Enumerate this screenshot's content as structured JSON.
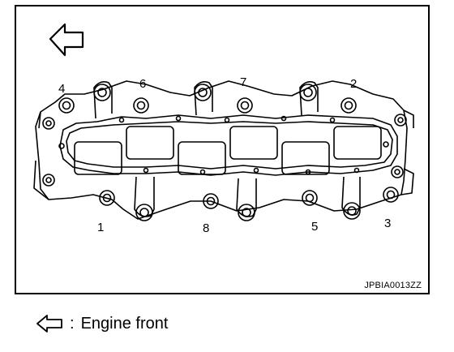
{
  "diagram": {
    "bolt_labels": [
      "1",
      "2",
      "3",
      "4",
      "5",
      "6",
      "7",
      "8"
    ],
    "figure_code": "JPBIA0013ZZ"
  },
  "legend": {
    "icon": "left-arrow-outline-icon",
    "separator": ":",
    "text": "Engine front"
  },
  "colors": {
    "line": "#000000",
    "background": "#ffffff"
  }
}
